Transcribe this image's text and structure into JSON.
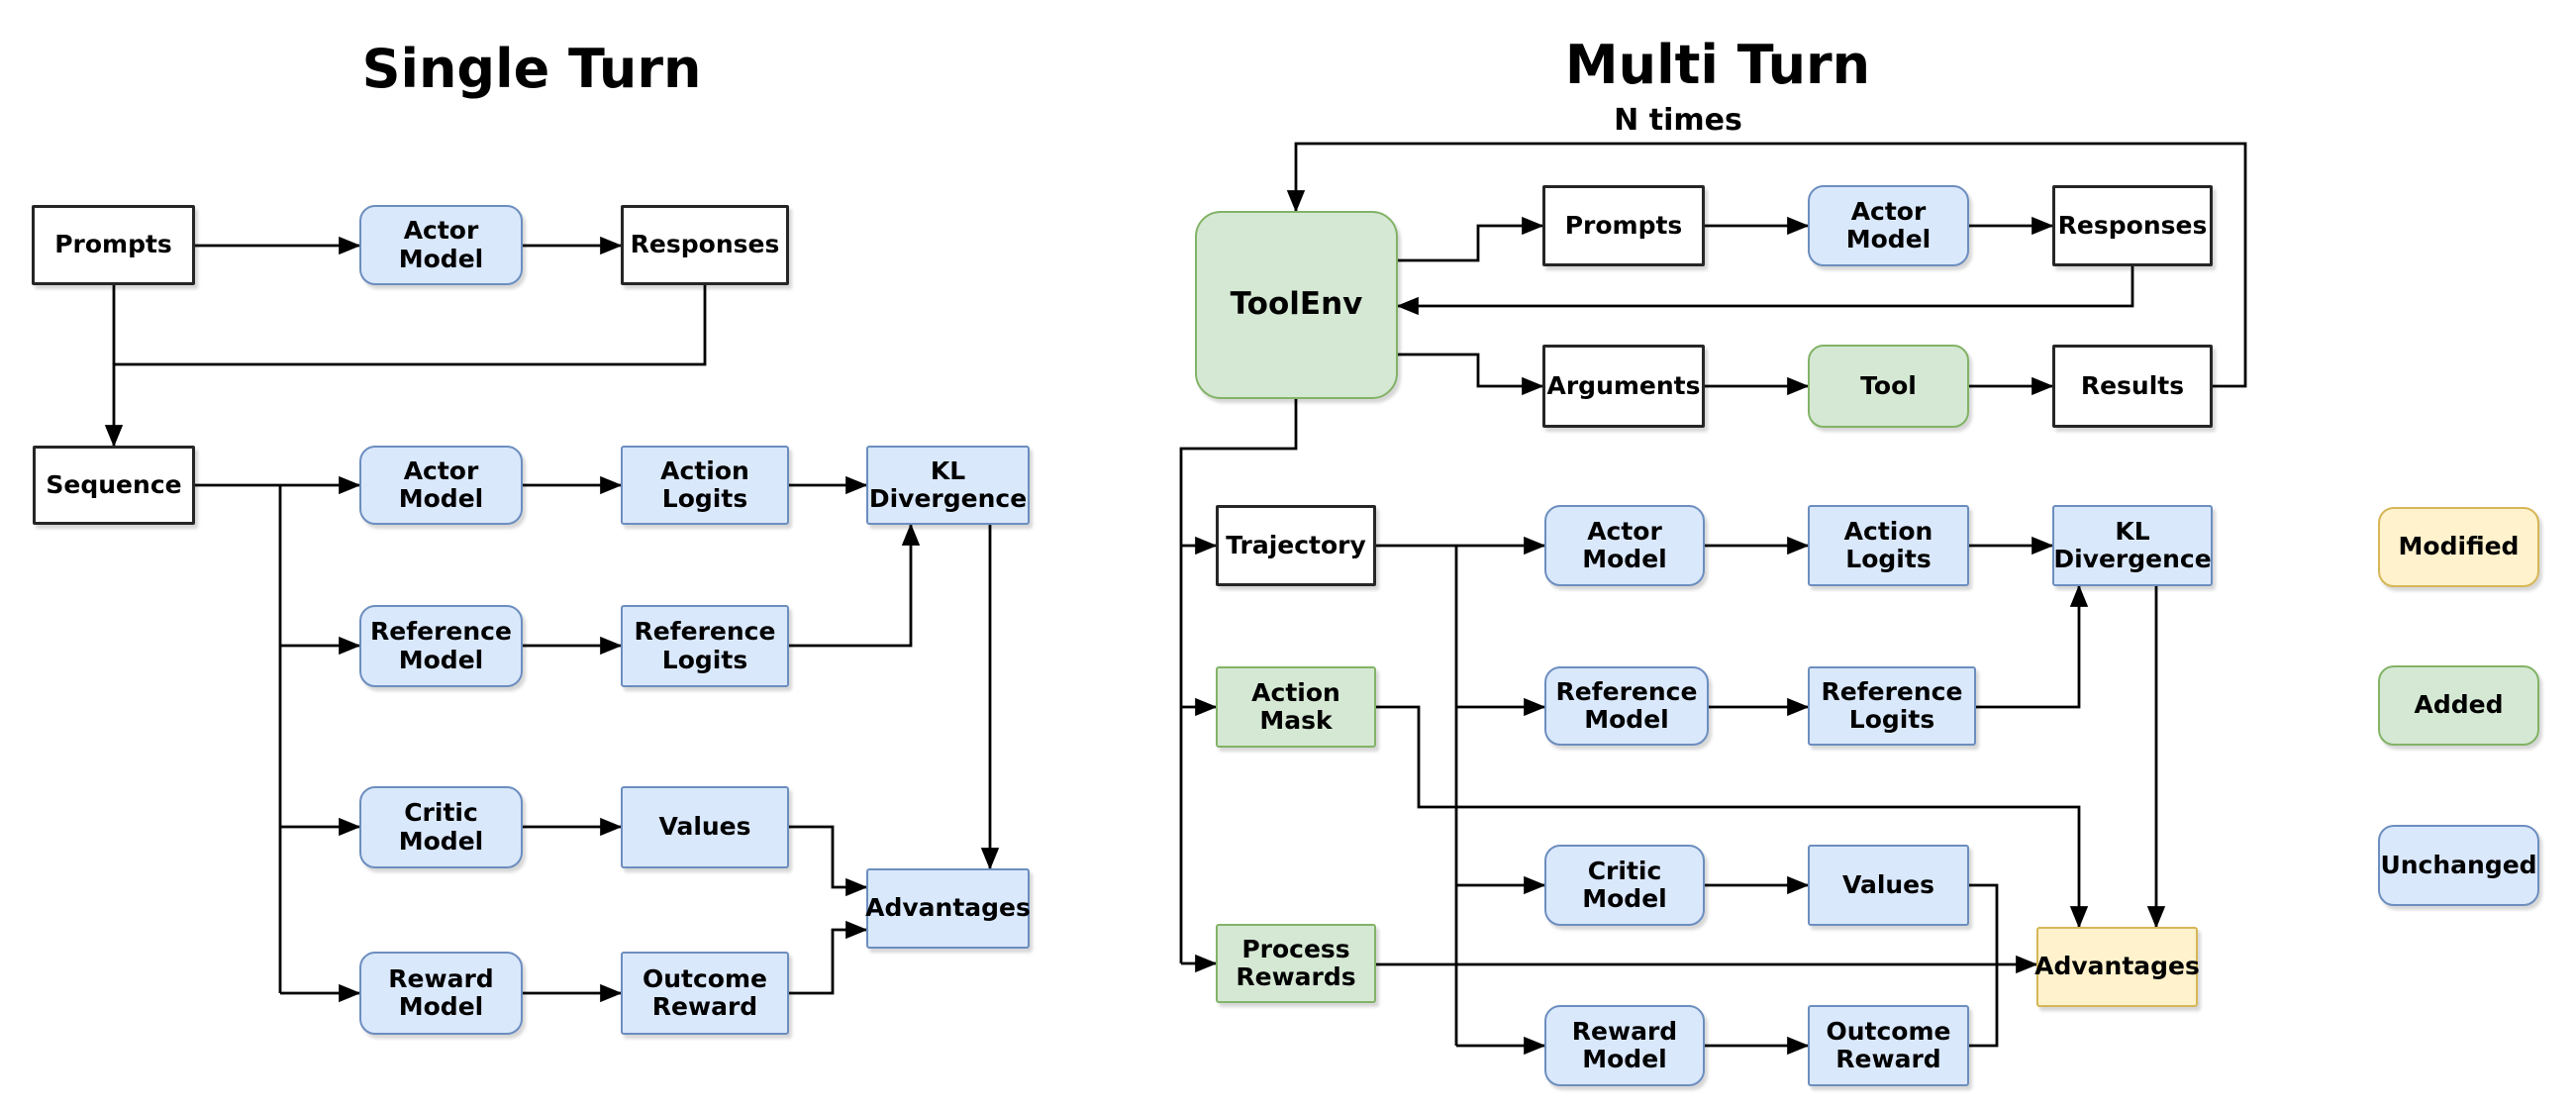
{
  "titles": {
    "single_turn": "Single Turn",
    "multi_turn": "Multi Turn"
  },
  "annotations": {
    "n_times": "N times"
  },
  "single_turn": {
    "prompts": "Prompts",
    "actor_model_top": "Actor Model",
    "responses": "Responses",
    "sequence": "Sequence",
    "actor_model": "Actor Model",
    "action_logits": "Action Logits",
    "kl_divergence": "KL Divergence",
    "reference_model": "Reference Model",
    "reference_logits": "Reference Logits",
    "critic_model": "Critic Model",
    "values": "Values",
    "advantages": "Advantages",
    "reward_model": "Reward Model",
    "outcome_reward": "Outcome Reward"
  },
  "multi_turn": {
    "tool_env": "ToolEnv",
    "prompts": "Prompts",
    "actor_model_top": "Actor Model",
    "responses": "Responses",
    "arguments": "Arguments",
    "tool": "Tool",
    "results": "Results",
    "trajectory": "Trajectory",
    "actor_model": "Actor Model",
    "action_logits": "Action Logits",
    "kl_divergence": "KL Divergence",
    "action_mask": "Action Mask",
    "reference_model": "Reference Model",
    "reference_logits": "Reference Logits",
    "critic_model": "Critic Model",
    "values": "Values",
    "process_rewards": "Process Rewards",
    "advantages": "Advantages",
    "reward_model": "Reward Model",
    "outcome_reward": "Outcome Reward"
  },
  "legend": {
    "modified": "Modified",
    "added": "Added",
    "unchanged": "Unchanged"
  },
  "colors": {
    "unchanged_fill": "#dae8fc",
    "unchanged_border": "#6c8ebf",
    "added_fill": "#d5e8d4",
    "added_border": "#82b366",
    "modified_fill": "#fff2cc",
    "modified_border": "#d6b656",
    "plain_fill": "#ffffff",
    "plain_border": "#262626",
    "edge": "#000000",
    "background": "#ffffff",
    "text": "#000000"
  }
}
